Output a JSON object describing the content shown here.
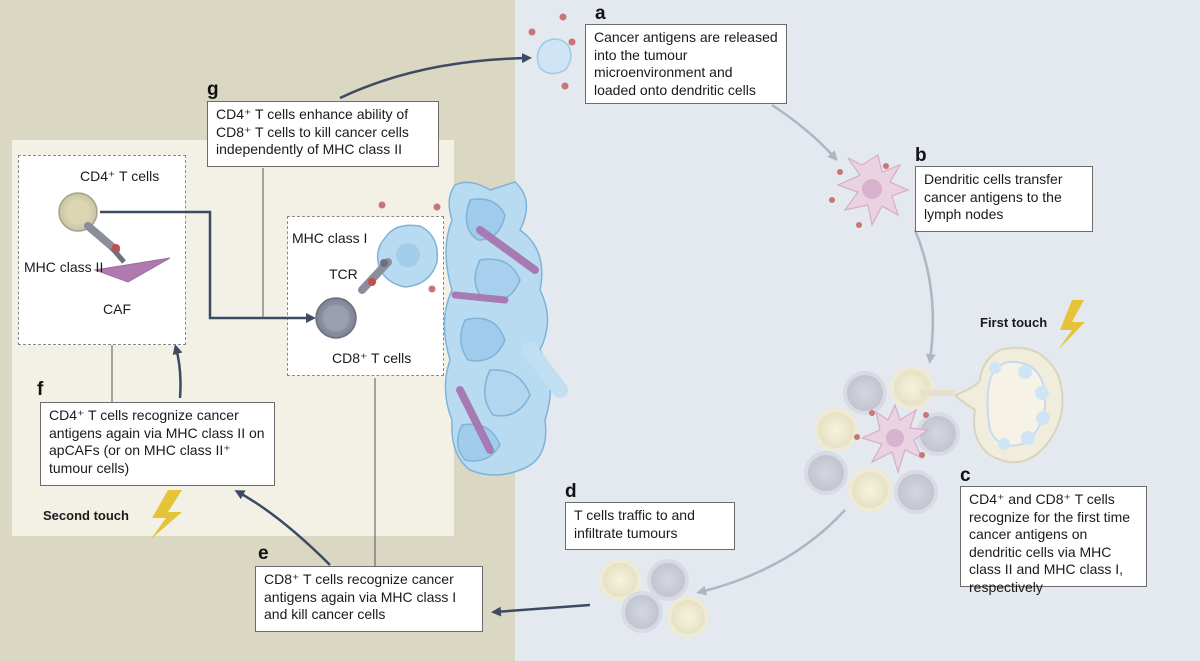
{
  "steps": {
    "a": {
      "letter": "a",
      "text": "Cancer antigens are released into the tumour microenvironment and loaded onto dendritic cells"
    },
    "b": {
      "letter": "b",
      "text": "Dendritic cells transfer cancer antigens to the lymph nodes"
    },
    "c": {
      "letter": "c",
      "text": "CD4⁺ and CD8⁺ T cells recognize for the first time cancer antigens on dendritic cells via MHC class II and MHC class I,  respectively"
    },
    "d": {
      "letter": "d",
      "text": "T cells traffic to and infiltrate tumours"
    },
    "e": {
      "letter": "e",
      "text": "CD8⁺ T cells recognize cancer antigens again via MHC class I and kill cancer cells"
    },
    "f": {
      "letter": "f",
      "text": "CD4⁺ T cells recognize cancer antigens again via MHC class II on apCAFs (or on MHC class II⁺ tumour cells)"
    },
    "g": {
      "letter": "g",
      "text": "CD4⁺ T cells enhance ability of CD8⁺ T cells to kill cancer cells independently of MHC class II"
    }
  },
  "labels": {
    "cd4": "CD4⁺ T cells",
    "mhc2": "MHC class II",
    "caf": "CAF",
    "mhc1": "MHC class I",
    "tcr": "TCR",
    "cd8": "CD8⁺ T cells"
  },
  "touches": {
    "first": "First touch",
    "second": "Second touch"
  },
  "colors": {
    "left_bg": "#dad7c2",
    "right_bg": "#e4e8ef",
    "antigen": "#c0504d",
    "cd4_cell": "#e8e4c4",
    "cd8_cell": "#b0b4c4",
    "dendritic": "#e8c8dc",
    "tumour": "#a8d0ec",
    "caf": "#b07ab0",
    "lightning": "#e6c43a"
  }
}
